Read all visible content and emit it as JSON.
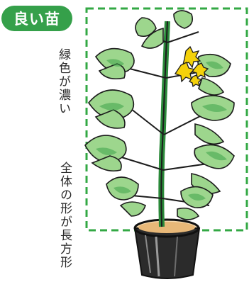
{
  "badge": {
    "text": "良い苗",
    "color": "#35a04a"
  },
  "annotations": {
    "leaf_color": "緑色が濃い",
    "overall_shape": "全体の形が長方形"
  },
  "illustration": {
    "subject": "tomato-seedling",
    "frame_style": "dashed-rectangle",
    "frame_color": "#33a844",
    "leaf_color": "#5cb85c",
    "flower_color": "#f4d10a",
    "pot_color": "#1a1a1a"
  }
}
